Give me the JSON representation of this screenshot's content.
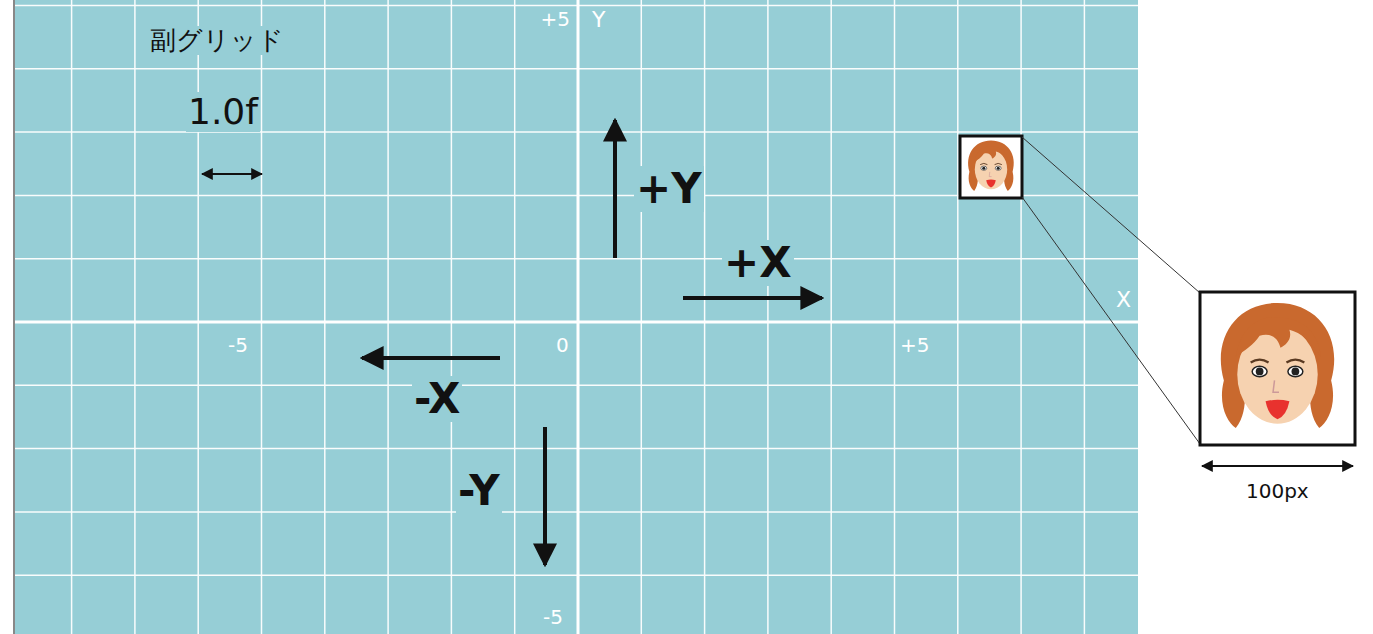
{
  "diagram": {
    "labels": [
      "副グリッド",
      "1.0f",
      "+5",
      "Y",
      "+Y",
      "+X",
      "X",
      "-5",
      "0",
      "-X",
      "+5",
      "-Y",
      "-5",
      "100px"
    ]
  }
}
